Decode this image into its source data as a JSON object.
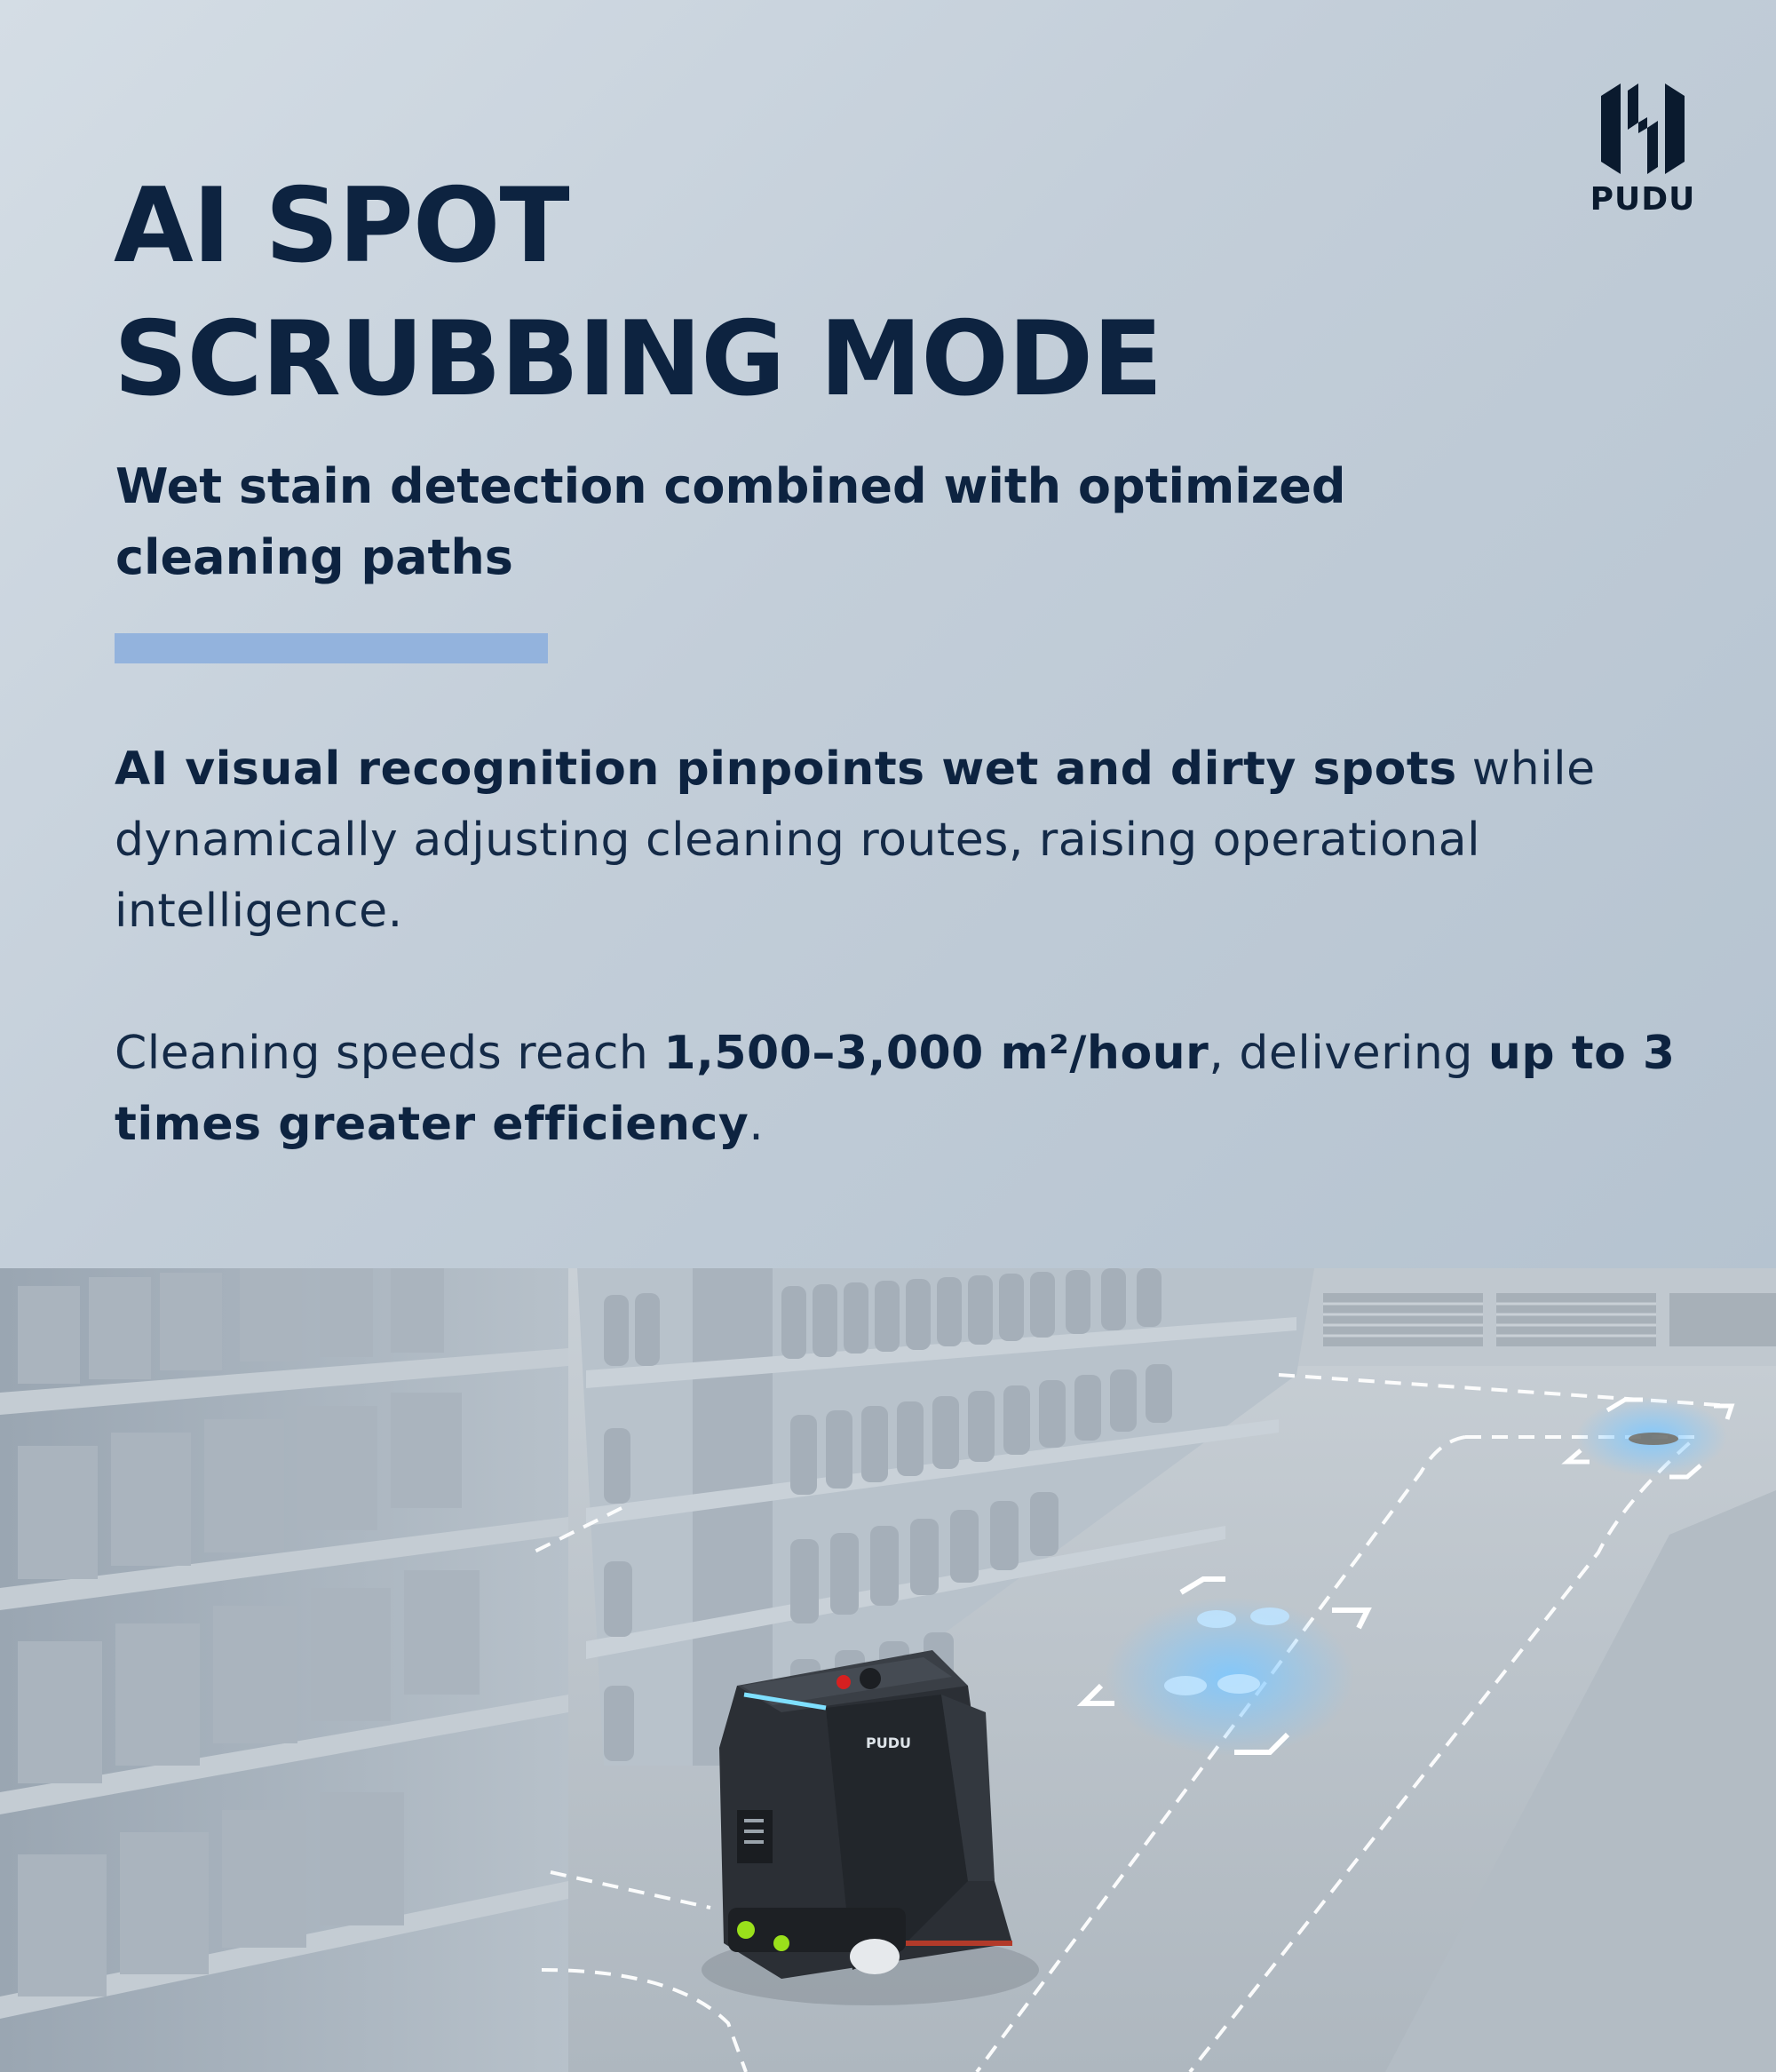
{
  "brand": {
    "logo_text": "PUDU",
    "accent_color": "#93b3dd",
    "text_color": "#0d2340"
  },
  "title": {
    "line1": "AI SPOT",
    "line2": "SCRUBBING MODE"
  },
  "subtitle": "Wet stain detection combined with optimized cleaning paths",
  "paragraph1": {
    "bold": "AI visual recognition pinpoints wet and dirty spots",
    "rest": " while dynamically adjusting cleaning routes, raising operational intelligence."
  },
  "paragraph2": {
    "part1": "Cleaning speeds reach ",
    "bold1": "1,500–3,000 m²/hour",
    "part2": ", delivering ",
    "bold2": "up to 3 times greater efficiency",
    "part3": "."
  },
  "scene": {
    "robot_label": "PUDU",
    "icon": "cleaning-robot-in-store-aisle"
  }
}
